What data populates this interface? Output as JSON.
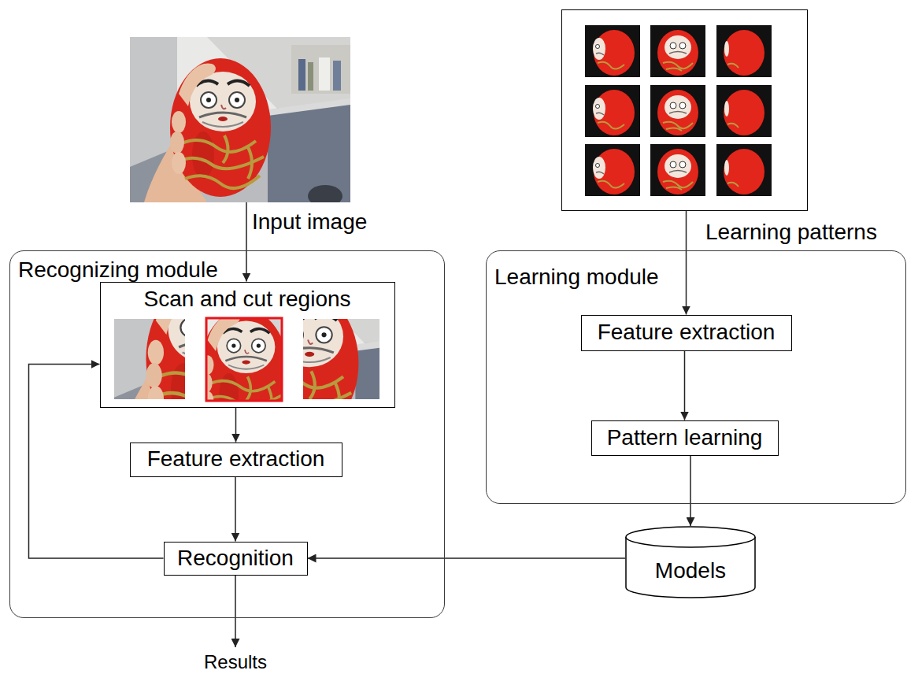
{
  "diagram": {
    "nodes": [
      {
        "text": [
          "Input image"
        ]
      },
      {
        "text": [
          "Recognizing module"
        ]
      },
      {
        "text": [
          "Scan and cut regions"
        ],
        "in": 1
      },
      {
        "text": [
          "Feature extraction"
        ],
        "in": 1
      },
      {
        "text": [
          "Recognition"
        ],
        "in": 1
      },
      {
        "text": [
          "Results"
        ]
      },
      {
        "text": [
          "Learning patterns"
        ]
      },
      {
        "text": [
          "Learning module"
        ]
      },
      {
        "text": [
          "Feature extraction"
        ],
        "in": 7
      },
      {
        "text": [
          "Pattern learning"
        ],
        "in": 7
      },
      {
        "text": [
          "Models"
        ]
      }
    ],
    "edges": [
      {
        "from": 0,
        "to": 2,
        "arrow": "to"
      },
      {
        "from": 2,
        "to": 3,
        "arrow": "to"
      },
      {
        "from": 3,
        "to": 4,
        "arrow": "to"
      },
      {
        "from": 4,
        "to": 2,
        "arrow": "to"
      },
      {
        "from": 4,
        "to": 5,
        "arrow": "to"
      },
      {
        "from": 6,
        "to": 8,
        "arrow": "to"
      },
      {
        "from": 8,
        "to": 9,
        "arrow": "to"
      },
      {
        "from": 9,
        "to": 10,
        "arrow": "to"
      },
      {
        "from": 10,
        "to": 4,
        "arrow": "to"
      }
    ]
  }
}
